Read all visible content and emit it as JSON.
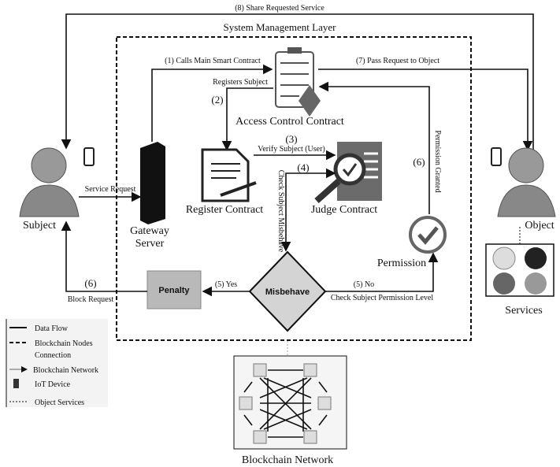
{
  "colors": {
    "line": "#111111",
    "penalty": "#b9b9b9",
    "diamond": "#d4d4d4",
    "icon_dark": "#444444",
    "judge": "#6b6b6b"
  },
  "labels": {
    "share": "(8) Share Requested Service",
    "layer": "System Management Layer",
    "calls": "(1)  Calls Main Smart Contract",
    "pass": "(7)  Pass Request to Object",
    "registers": "Registers Subject",
    "step2": "(2)",
    "acc": "Access Control Contract",
    "step3": "(3)",
    "verify": "Verify Subject (User)",
    "step4": "(4)",
    "check_misbehave": "Check Subject Misbehave",
    "step6a": "(6)",
    "perm_granted": "Permission Granted",
    "register": "Register Contract",
    "judge": "Judge Contract",
    "permission": "Permission",
    "misbehave": "Misbehave",
    "penalty": "Penalty",
    "yes": "(5)  Yes",
    "no": "(5)  No",
    "check_perm": "Check Subject Permission Level",
    "step6b": "(6)",
    "block": "Block Request",
    "subject": "Subject",
    "service_req": "Service Request",
    "gateway1": "Gateway",
    "gateway2": "Server",
    "object": "Object",
    "services": "Services",
    "blockchain": "Blockchain Network"
  },
  "legend": [
    {
      "icon": "solid-line",
      "label": "Data Flow"
    },
    {
      "icon": "dashed-line",
      "label": "Blockchain Nodes"
    },
    {
      "icon": "",
      "label": "Connection"
    },
    {
      "icon": "thin-arrow",
      "label": "Blockchain Network"
    },
    {
      "icon": "phone-icon",
      "label": "IoT Device"
    },
    {
      "icon": "dotted-line",
      "label": "Object Services"
    }
  ]
}
